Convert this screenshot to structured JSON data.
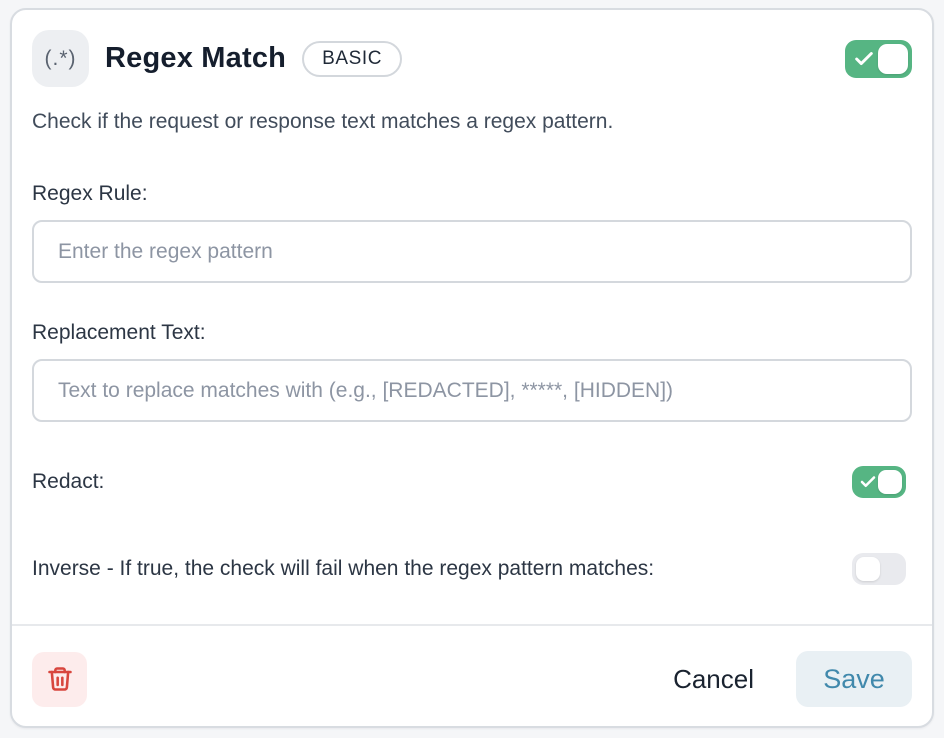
{
  "card": {
    "header": {
      "icon_glyph": "(.*)",
      "title": "Regex Match",
      "badge": "BASIC",
      "enabled_toggle_state": "on"
    },
    "description": "Check if the request or response text matches a regex pattern.",
    "fields": [
      {
        "label": "Regex Rule:",
        "type": "text",
        "value": "",
        "placeholder": "Enter the regex pattern"
      },
      {
        "label": "Replacement Text:",
        "type": "text",
        "value": "",
        "placeholder": "Text to replace matches with (e.g., [REDACTED], *****, [HIDDEN])"
      },
      {
        "label": "Redact:",
        "type": "toggle",
        "state": "on"
      },
      {
        "label": "Inverse - If true, the check will fail when the regex pattern matches:",
        "type": "toggle",
        "state": "off"
      }
    ],
    "footer": {
      "delete_icon": "trash-icon",
      "cancel_label": "Cancel",
      "save_label": "Save"
    },
    "colors": {
      "toggle_on": "#56b583",
      "toggle_off": "#e9eaee",
      "save_bg": "#e9f0f4",
      "save_text": "#4189ac",
      "danger": "#d8463e",
      "danger_bg": "#fdecec"
    }
  }
}
